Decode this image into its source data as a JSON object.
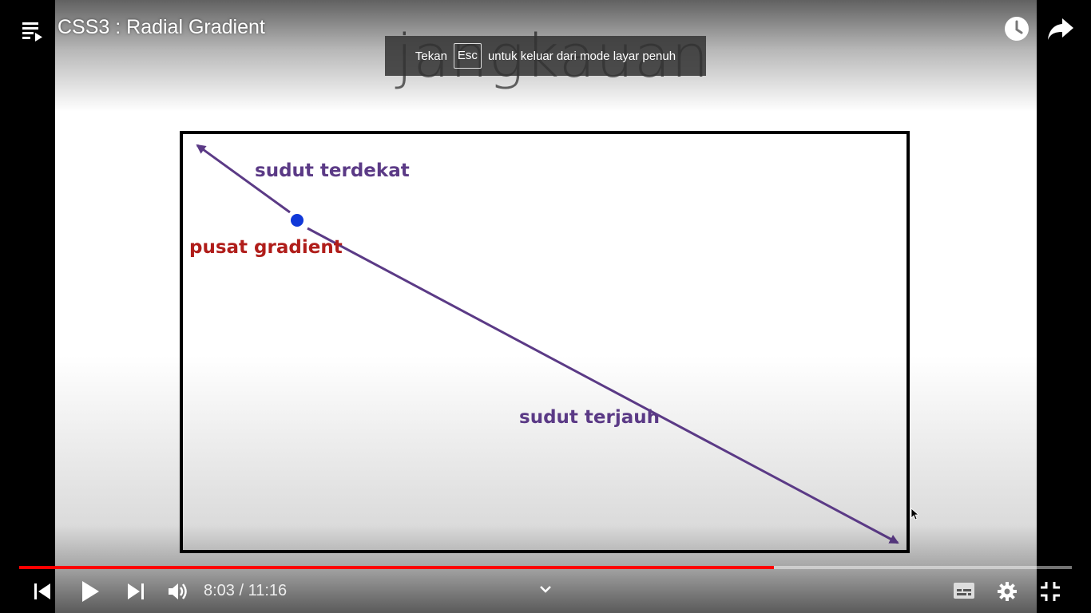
{
  "header": {
    "video_title": "CSS3 : Radial Gradient",
    "playlist_icon": "playlist-icon",
    "watch_later_icon": "clock-icon",
    "share_icon": "share-arrow-icon"
  },
  "fullscreen_notice": {
    "before": "Tekan",
    "key": "Esc",
    "after": "untuk keluar dari mode layar penuh"
  },
  "slide": {
    "heading_partial": "jangkauan",
    "label_nearest_corner": "sudut terdekat",
    "label_gradient_center": "pusat gradient",
    "label_farthest_corner": "sudut terjauh",
    "colors": {
      "arrow": "#5b3a86",
      "center_dot": "#1038d8",
      "center_label": "#b01d1a"
    }
  },
  "player": {
    "current_time": "8:03",
    "separator": " / ",
    "duration": "11:16",
    "progress_fraction": 0.717,
    "accent_color": "#ff0000",
    "icons": {
      "previous": "previous-icon",
      "play": "play-icon",
      "next": "next-icon",
      "volume": "volume-icon",
      "more": "chevron-down-icon",
      "subtitles": "subtitles-icon",
      "settings": "gear-icon",
      "exit_fullscreen": "exit-fullscreen-icon"
    }
  }
}
